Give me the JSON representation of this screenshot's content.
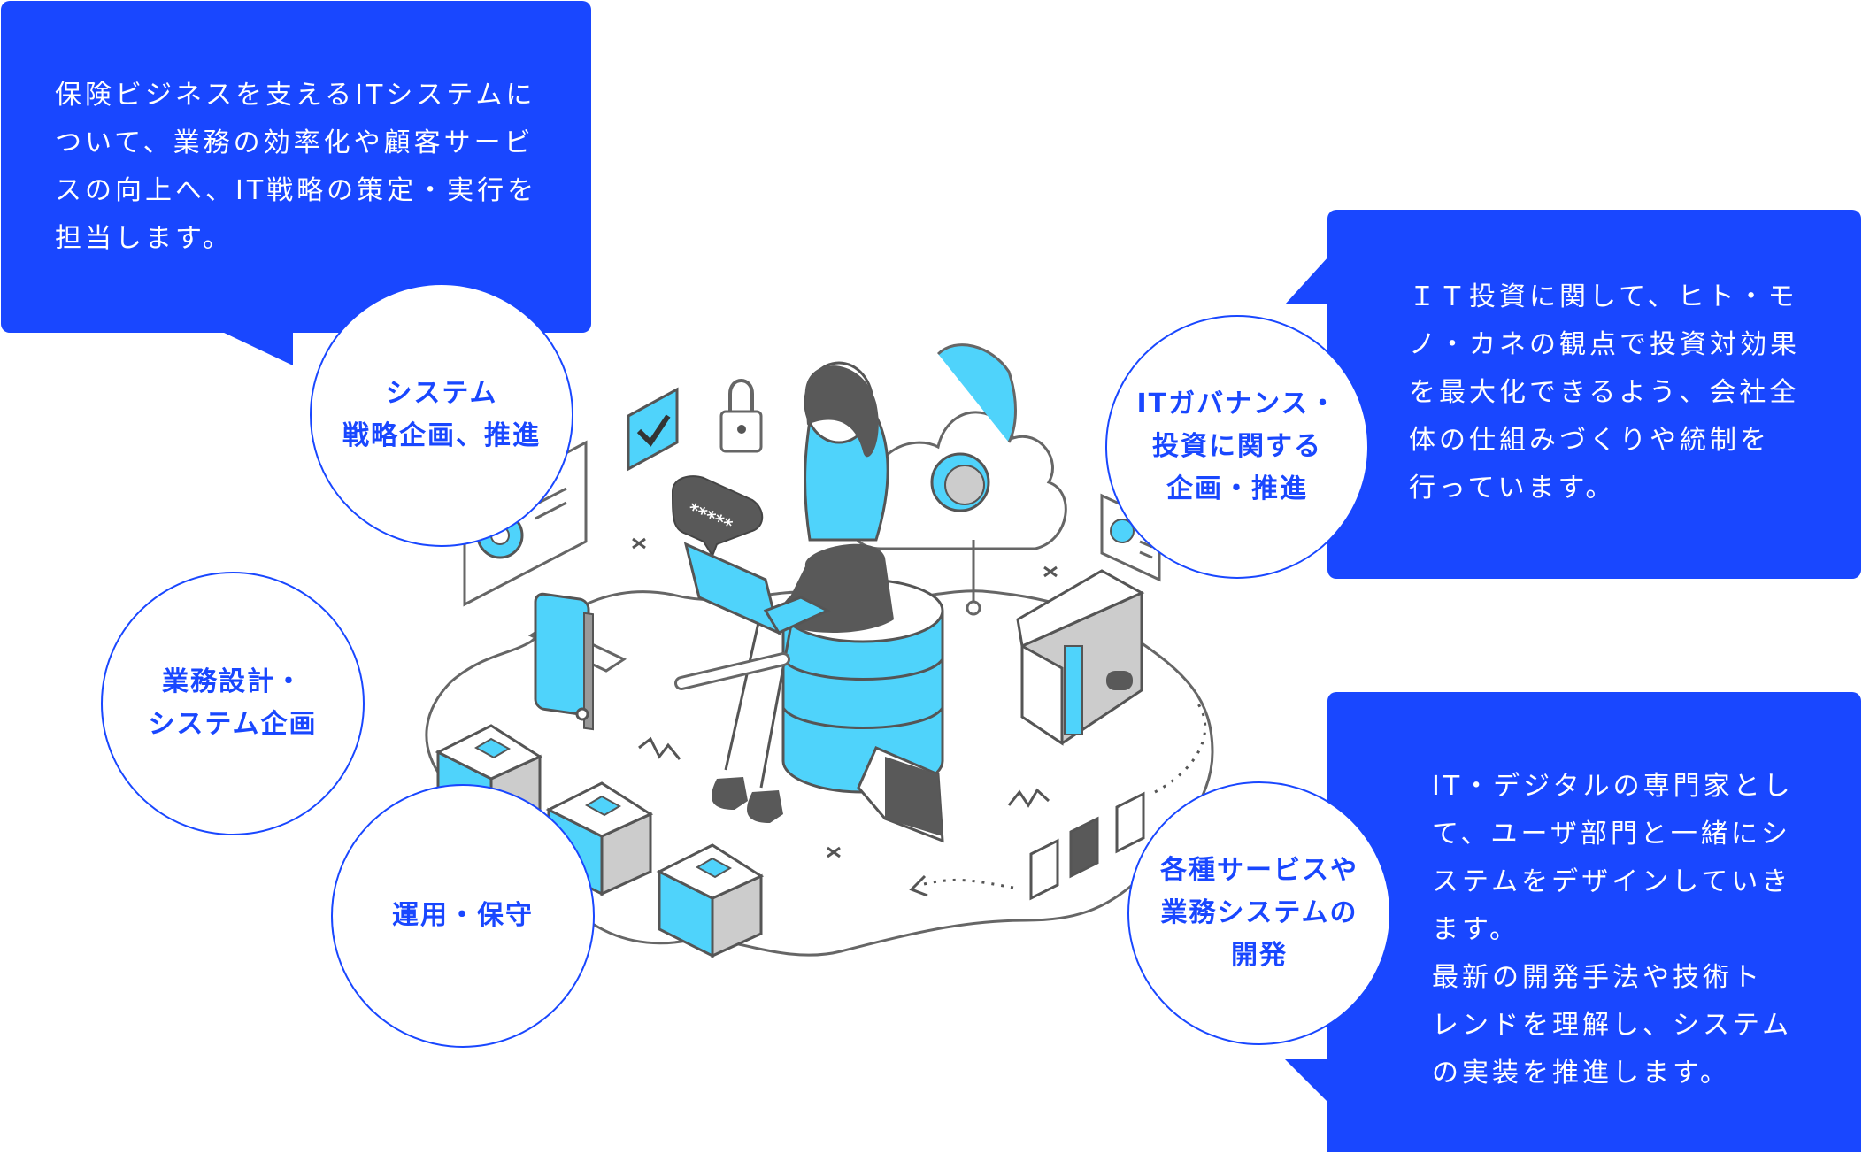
{
  "colors": {
    "brand_blue": "#1947ff",
    "accent_cyan": "#4fd3fb",
    "line_gray": "#666666",
    "dark_gray": "#595959"
  },
  "callouts": {
    "top_left": "保険ビジネスを支えるITシステムに\nついて、業務の効率化や顧客サービ\nスの向上へ、IT戦略の策定・実行を\n担当します。",
    "top_right": "ＩＴ投資に関して、ヒト・モ\nノ・カネの観点で投資対効果\nを最大化できるよう、会社全\n体の仕組みづくりや統制を\n行っています。",
    "bottom_right": "IT・デジタルの専門家とし\nて、ユーザ部門と一緒にシ\nステムをデザインしていき\nます。\n最新の開発手法や技術ト\nレンドを理解し、システム\nの実装を推進します。"
  },
  "circles": {
    "strategy": "システム\n戦略企画、推進",
    "governance": "ITガバナンス・\n投資に関する\n企画・推進",
    "business_design": "業務設計・\nシステム企画",
    "operations": "運用・保守",
    "development": "各種サービスや\n業務システムの\n開発"
  },
  "illustration": {
    "password_mask": "*****"
  }
}
